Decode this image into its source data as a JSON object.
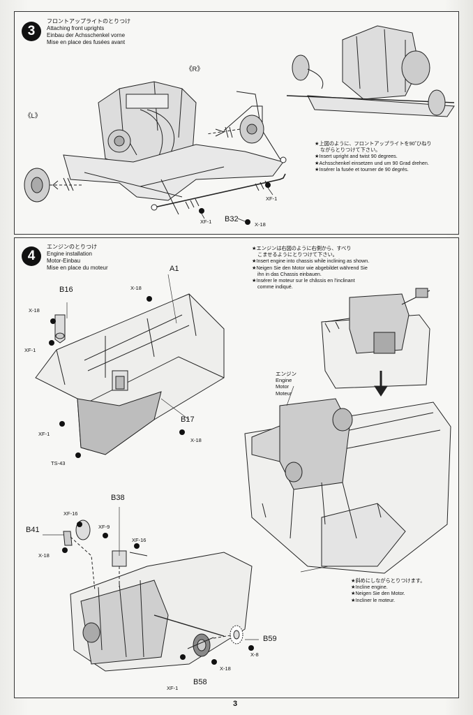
{
  "page": {
    "number": "3"
  },
  "step3": {
    "number": "3",
    "title_jp": "フロントアップライトのとりつけ",
    "title_en": "Attaching front uprights",
    "title_de": "Einbau der Achsschenkel vorne",
    "title_fr": "Mise en place des fusées avant",
    "note_jp_1": "★上図のように、フロントアップライトを90˚ひねり",
    "note_jp_2": "ながらとりつけて下さい。",
    "note_en": "★Insert upright and twist 90 degrees.",
    "note_de": "★Achsschenkel einsetzen und um 90 Grad drehen.",
    "note_fr": "★Insérer la fusée et tourner de 90 degrés.",
    "label_L": "《L》",
    "label_R": "《R》",
    "part_b32": "B32",
    "screw_xf1_a": "XF-1",
    "screw_xf1_b": "XF-1",
    "screw_x18": "X-18"
  },
  "step4": {
    "number": "4",
    "title_jp": "エンジンのとりつけ",
    "title_en": "Engine installation",
    "title_de": "Motor-Einbau",
    "title_fr": "Mise en place du moteur",
    "note_jp_1": "★エンジンは右図のように右側から、すべり",
    "note_jp_2": "こませるようにとりつけて下さい。",
    "note_en": "★Insert engine into chassis while inclining as shown.",
    "note_de_1": "★Neigen Sie den Motor wie abgebildet während Sie",
    "note_de_2": "ihn in das Chassis einbauen.",
    "note_fr_1": "★Insérer le moteur sur le châssis en l'inclinant",
    "note_fr_2": "comme indiqué.",
    "engine_jp": "エンジン",
    "engine_en": "Engine",
    "engine_de": "Motor",
    "engine_fr": "Moteur",
    "incline_jp": "★斜めにしながらとりつけます。",
    "incline_en": "★Incline engine.",
    "incline_de": "★Neigen Sie den Motor.",
    "incline_fr": "★Incliner le moteur.",
    "part_a1": "A1",
    "part_b16": "B16",
    "part_b17": "B17",
    "part_b38": "B38",
    "part_b41": "B41",
    "part_b58": "B58",
    "part_b59": "B59",
    "s_x18_top": "X-18",
    "s_x18_b16": "X-18",
    "s_xf1_b16": "XF-1",
    "s_xf1_left": "XF-1",
    "s_x18_b17": "X-18",
    "s_ts43": "TS-43",
    "s_xf16_a": "XF-16",
    "s_xf9": "XF-9",
    "s_xf16_b": "XF-16",
    "s_x18_b41": "X-18",
    "s_x8": "X-8",
    "s_xf1_b58": "XF-1",
    "s_x18_b58": "X-18"
  }
}
